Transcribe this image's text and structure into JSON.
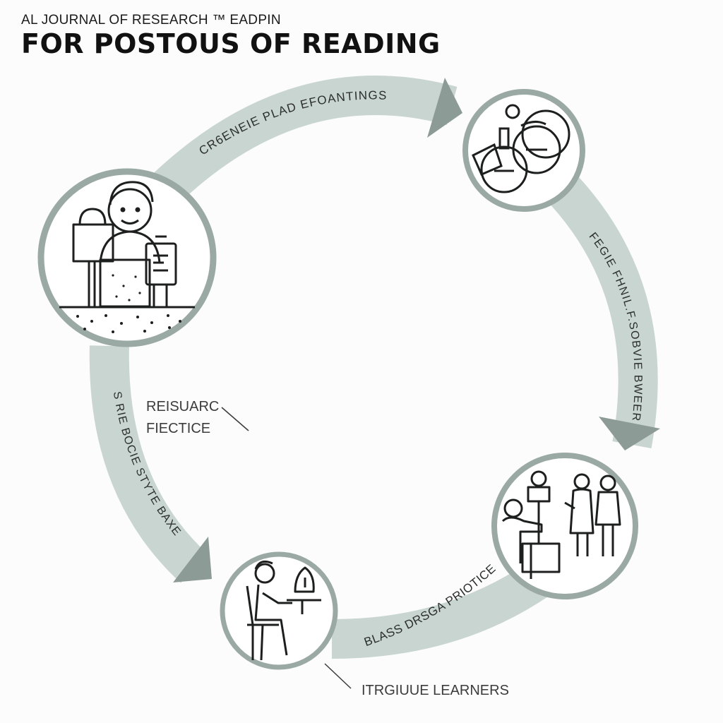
{
  "header": {
    "subtitle": "AL JOURNAL OF RESEARCH ™ EADPIN",
    "title": "FOR POSTOUS OF READING"
  },
  "cycle": {
    "arrow_labels": [
      "CR6ENEIE PLAD EFOANTINGS",
      "FEGIE FHNIL.F.SOBVIE BWEER",
      "BLASS DRSGA PRIOTICE",
      "S RIE BOCIE STYTE BAXE"
    ],
    "stages": [
      {
        "icon": "teacher-reading-icon"
      },
      {
        "icon": "gears-tools-icon"
      },
      {
        "icon": "group-discussion-icon"
      },
      {
        "icon": "student-at-desk-icon"
      }
    ]
  },
  "callouts": {
    "research_line1": "REISUARC",
    "research_line2": "FIECTICE",
    "learners": "ITRGIUUE LEARNERS"
  },
  "colors": {
    "ring": "#c9d5d1",
    "ring_edge": "#b7c5c1",
    "arrowhead": "#8d9b97",
    "circle_border": "#9aa9a4",
    "ink": "#1d1f1e"
  }
}
